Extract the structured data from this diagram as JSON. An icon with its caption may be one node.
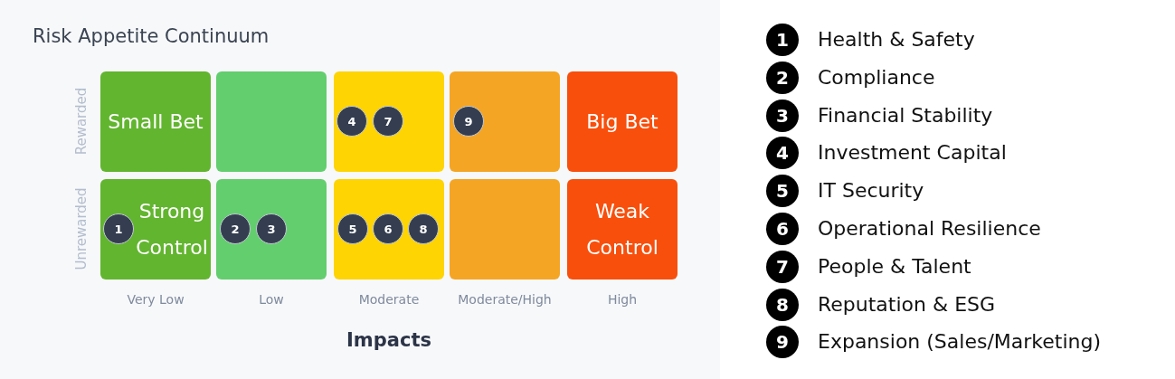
{
  "diagram": {
    "title": "Risk Appetite Continuum",
    "nodes": [
      {
        "text": [
          "Small Bet"
        ]
      },
      {
        "text": [],
        "shape": "box"
      },
      {
        "text": [],
        "shape": "box"
      },
      {
        "text": [
          "4"
        ],
        "in": 2
      },
      {
        "text": [
          "7"
        ],
        "in": 2
      },
      {
        "text": [],
        "shape": "box"
      },
      {
        "text": [
          "9"
        ],
        "in": 5
      },
      {
        "text": [
          "Big Bet"
        ]
      },
      {
        "text": [
          "Strong Control"
        ]
      },
      {
        "text": [
          "1"
        ],
        "in": 8
      },
      {
        "text": [],
        "shape": "box"
      },
      {
        "text": [
          "2"
        ],
        "in": 10
      },
      {
        "text": [
          "3"
        ],
        "in": 10
      },
      {
        "text": [],
        "shape": "box"
      },
      {
        "text": [
          "5"
        ],
        "in": 13
      },
      {
        "text": [
          "6"
        ],
        "in": 13
      },
      {
        "text": [
          "8"
        ],
        "in": 13
      },
      {
        "text": [],
        "shape": "box"
      },
      {
        "text": [
          "Weak Control"
        ]
      },
      {
        "text": [
          "1"
        ],
        "beside": [
          "Health & Safety"
        ]
      },
      {
        "text": [
          "2"
        ],
        "beside": [
          "Compliance"
        ]
      },
      {
        "text": [
          "3"
        ],
        "beside": [
          "Financial Stability"
        ]
      },
      {
        "text": [
          "4"
        ],
        "beside": [
          "Investment Capital"
        ]
      },
      {
        "text": [
          "5"
        ],
        "beside": [
          "IT Security"
        ]
      },
      {
        "text": [
          "6"
        ],
        "beside": [
          "Operational Resilience"
        ]
      },
      {
        "text": [
          "7"
        ],
        "beside": [
          "People & Talent"
        ]
      },
      {
        "text": [
          "8"
        ],
        "beside": [
          "Reputation & ESG"
        ]
      },
      {
        "text": [
          "9"
        ],
        "beside": [
          "Expansion (Sales/Marketing)"
        ]
      }
    ],
    "labels": [
      "Rewarded",
      "Unrewarded",
      "Very Low",
      "Low",
      "Moderate",
      "Moderate/High",
      "High",
      "Impacts"
    ]
  }
}
